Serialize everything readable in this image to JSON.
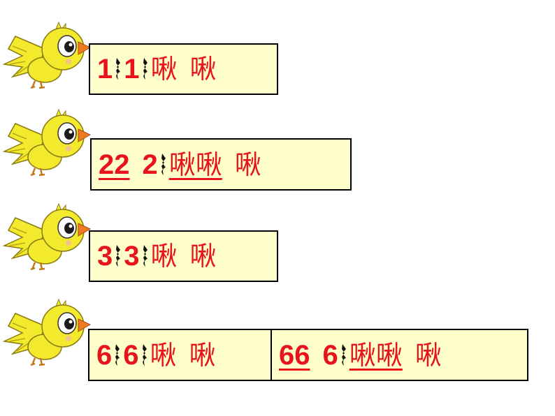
{
  "rows": [
    {
      "cells": [
        {
          "tokens": [
            {
              "t": "1"
            },
            {
              "rest": true
            },
            {
              "t": "1"
            },
            {
              "rest": true
            },
            {
              "t": "啾",
              "c": true
            },
            {
              "sp": true
            },
            {
              "t": "啾",
              "c": true
            }
          ]
        }
      ]
    },
    {
      "cells": [
        {
          "tokens": [
            {
              "t": "22",
              "u": true
            },
            {
              "sp": true
            },
            {
              "t": "2"
            },
            {
              "rest": true
            },
            {
              "t": "啾啾",
              "c": true,
              "u": true
            },
            {
              "sp": true
            },
            {
              "t": "啾",
              "c": true
            }
          ]
        }
      ]
    },
    {
      "cells": [
        {
          "tokens": [
            {
              "t": "3"
            },
            {
              "rest": true
            },
            {
              "t": "3"
            },
            {
              "rest": true
            },
            {
              "t": "啾",
              "c": true
            },
            {
              "sp": true
            },
            {
              "t": "啾",
              "c": true
            }
          ]
        }
      ]
    },
    {
      "cells": [
        {
          "tokens": [
            {
              "t": "6"
            },
            {
              "rest": true
            },
            {
              "t": "6"
            },
            {
              "rest": true
            },
            {
              "t": "啾",
              "c": true
            },
            {
              "sp": true
            },
            {
              "t": "啾",
              "c": true
            }
          ]
        },
        {
          "tokens": [
            {
              "t": "66",
              "u": true
            },
            {
              "sp": true
            },
            {
              "t": "6"
            },
            {
              "rest": true
            },
            {
              "t": "啾啾",
              "c": true,
              "u": true
            },
            {
              "sp": true
            },
            {
              "t": "啾",
              "c": true
            }
          ]
        }
      ]
    }
  ],
  "colors": {
    "text": "#e8141c",
    "box_bg": "#ffffcc",
    "bird_body": "#f3ea2e",
    "beak": "#f07a24"
  },
  "icons": {
    "bird": "yellow-bird-icon",
    "rest": "quarter-rest-icon"
  }
}
